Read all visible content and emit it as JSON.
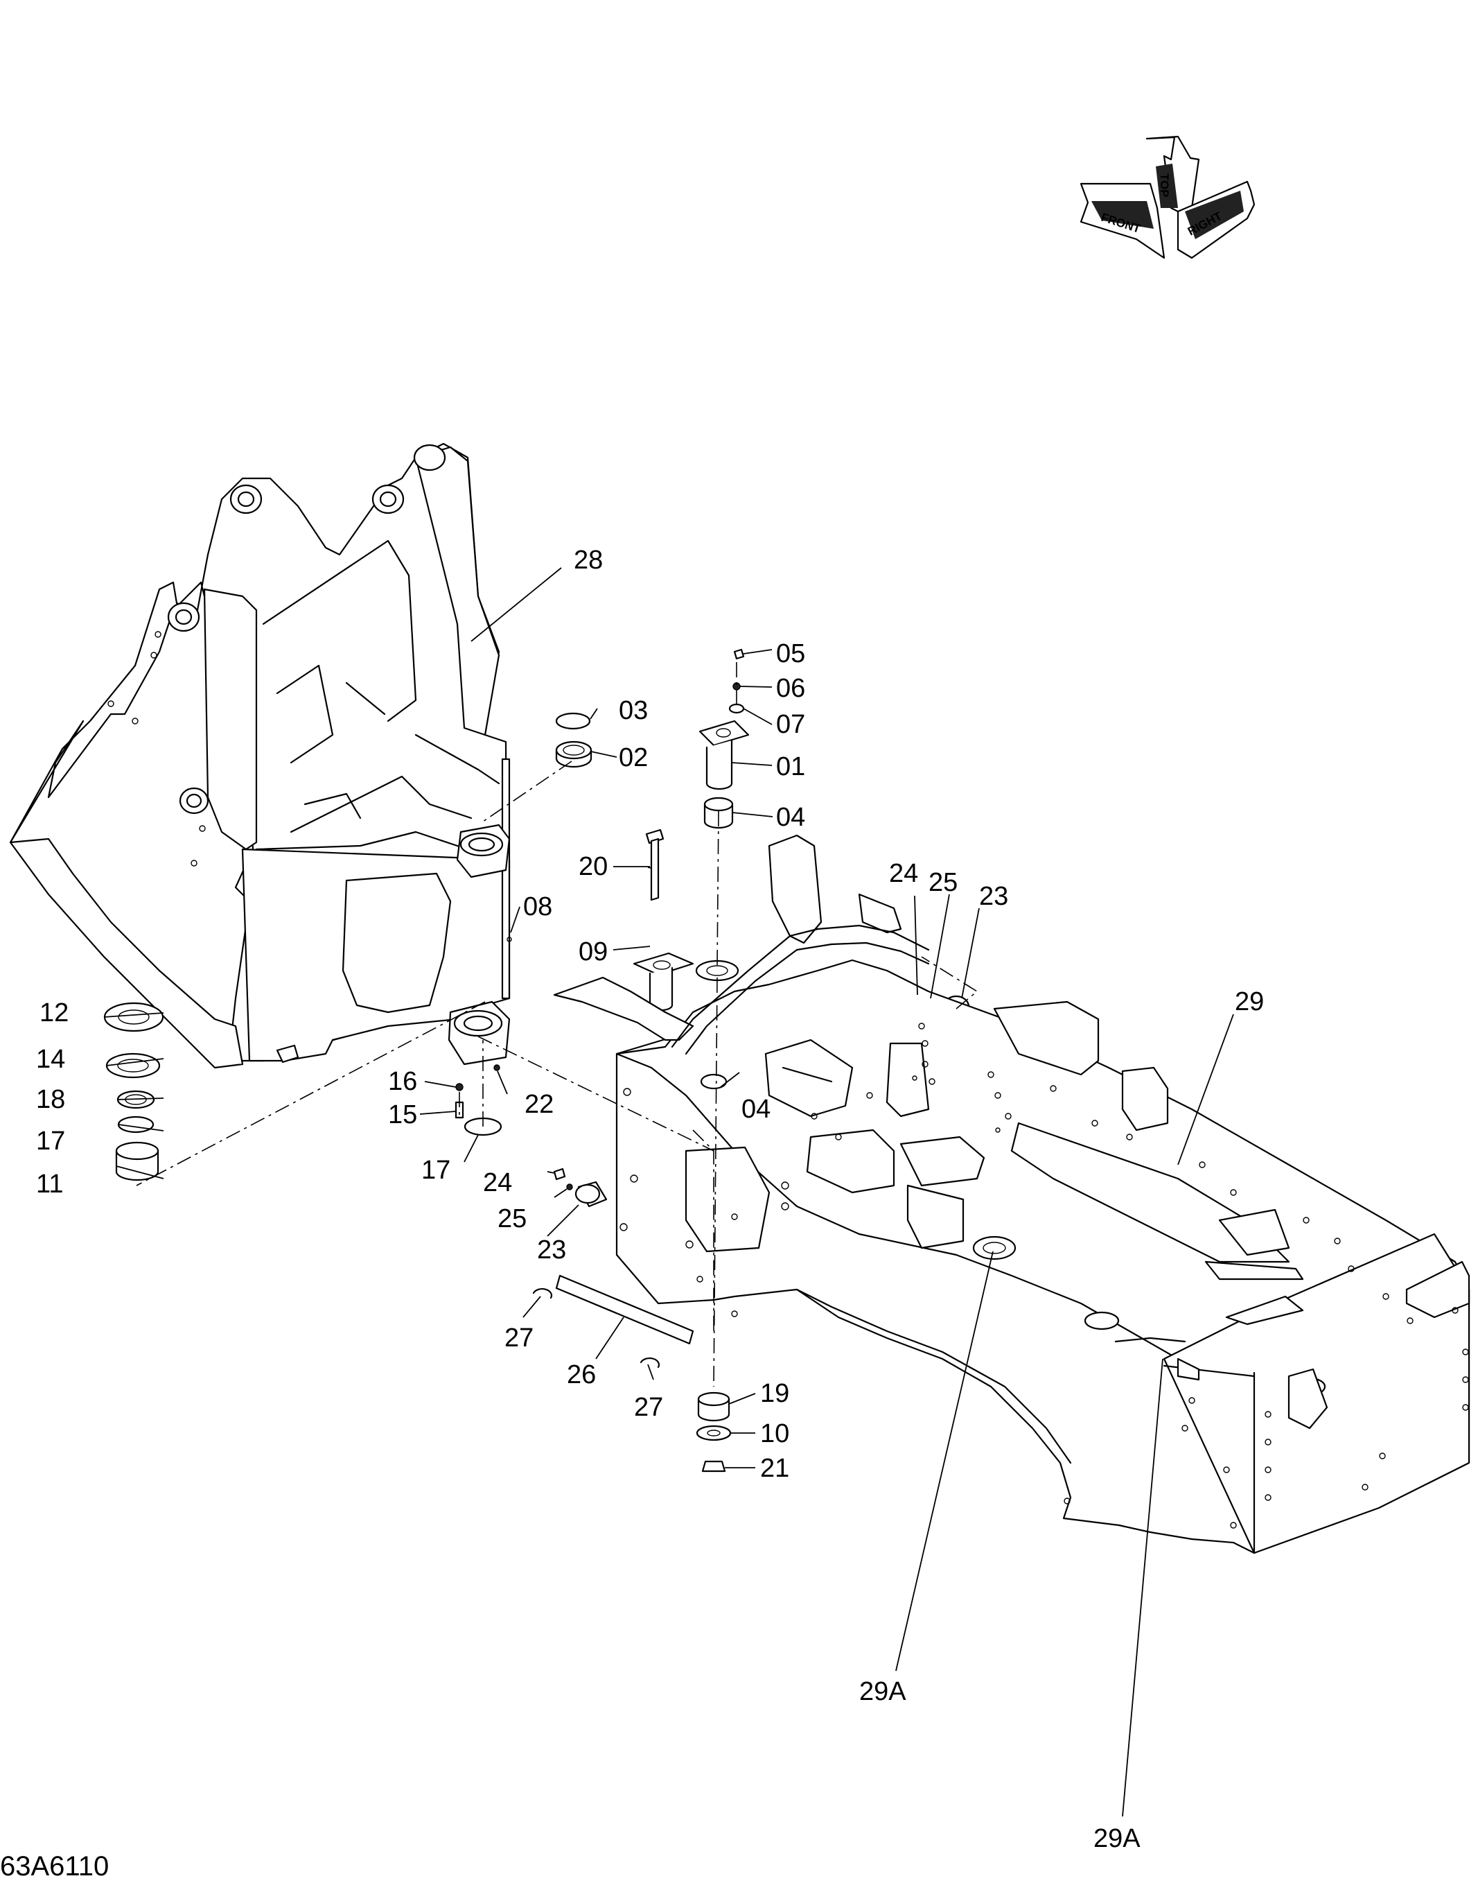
{
  "drawing": {
    "reference": "63A6110",
    "orientation": {
      "front": "FRONT",
      "top": "TOP",
      "right": "RIGHT"
    }
  },
  "callouts": {
    "c01": "01",
    "c02": "02",
    "c03": "03",
    "c04a": "04",
    "c04b": "04",
    "c05": "05",
    "c06": "06",
    "c07": "07",
    "c08": "08",
    "c09": "09",
    "c10": "10",
    "c11": "11",
    "c12": "12",
    "c14": "14",
    "c15": "15",
    "c16": "16",
    "c17a": "17",
    "c17b": "17",
    "c18": "18",
    "c19": "19",
    "c20": "20",
    "c21": "21",
    "c22": "22",
    "c23a": "23",
    "c23b": "23",
    "c24a": "24",
    "c24b": "24",
    "c25a": "25",
    "c25b": "25",
    "c26": "26",
    "c27a": "27",
    "c27b": "27",
    "c28": "28",
    "c29": "29",
    "c29Aa": "29A",
    "c29Ab": "29A"
  },
  "colors": {
    "line": "#000000",
    "background": "#ffffff"
  }
}
